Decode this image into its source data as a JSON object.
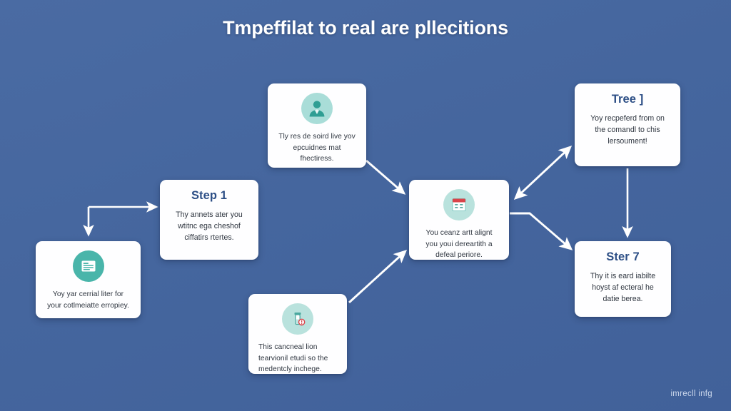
{
  "page": {
    "title": "Tmpeffilat to real are pllecitions",
    "background_color": "#46669e",
    "footer_text": "imrecll infg"
  },
  "theme": {
    "background": "#46669e",
    "card_background": "#fefeff",
    "heading_color": "#2d4f86",
    "body_text_color": "#2f3640",
    "accent_teal": "#49b5aa",
    "accent_teal_pale": "#a9ddd8",
    "accent_mint": "#b9e2dd",
    "accent_red": "#d9434a",
    "arrow_color": "#ffffff",
    "footer_color": "#ccd8ec"
  },
  "cards": [
    {
      "id": "person",
      "icon": "person-icon",
      "icon_style": "icon-teal-pale",
      "heading": "",
      "body": "Tly res de soird live yov epcuidnes mat fhectiress."
    },
    {
      "id": "step1",
      "icon": "",
      "icon_style": "",
      "heading": "Step 1",
      "body": "Thy annets ater you wtitnc ega  cheshof ciffatirs rtertes."
    },
    {
      "id": "doc",
      "icon": "document-list-icon",
      "icon_style": "icon-teal",
      "heading": "",
      "body": "Yoy yar cerrial liter for your cotlmeiatte erropiey."
    },
    {
      "id": "center",
      "icon": "calendar-icon",
      "icon_style": "icon-mint",
      "heading": "",
      "body": "You ceanz artt alignt you youi dereartith a defeal periore."
    },
    {
      "id": "tree",
      "icon": "",
      "icon_style": "",
      "heading": "Tree ]",
      "body": "Yoy recpeferd from on the comandl to chis lersoument!"
    },
    {
      "id": "ster7",
      "icon": "",
      "icon_style": "",
      "heading": "Ster 7",
      "body": "Thy it is eard iabilte hoyst af ecteral he datie berea."
    },
    {
      "id": "tube",
      "icon": "tube-alert-icon",
      "icon_style": "icon-mint",
      "heading": "",
      "body": "This cancneal lion tearvionil etudi so the medentcly inchege."
    }
  ],
  "connectors": [
    {
      "name": "bracket-to-doc-and-step1",
      "type": "elbow-double-arrow"
    },
    {
      "name": "person-to-center",
      "type": "diagonal-arrow"
    },
    {
      "name": "center-to-tree",
      "type": "double-headed-diagonal-arrow"
    },
    {
      "name": "center-to-ster7",
      "type": "bent-arrow"
    },
    {
      "name": "tree-to-ster7",
      "type": "vertical-arrow"
    },
    {
      "name": "tube-to-center",
      "type": "diagonal-arrow"
    }
  ]
}
